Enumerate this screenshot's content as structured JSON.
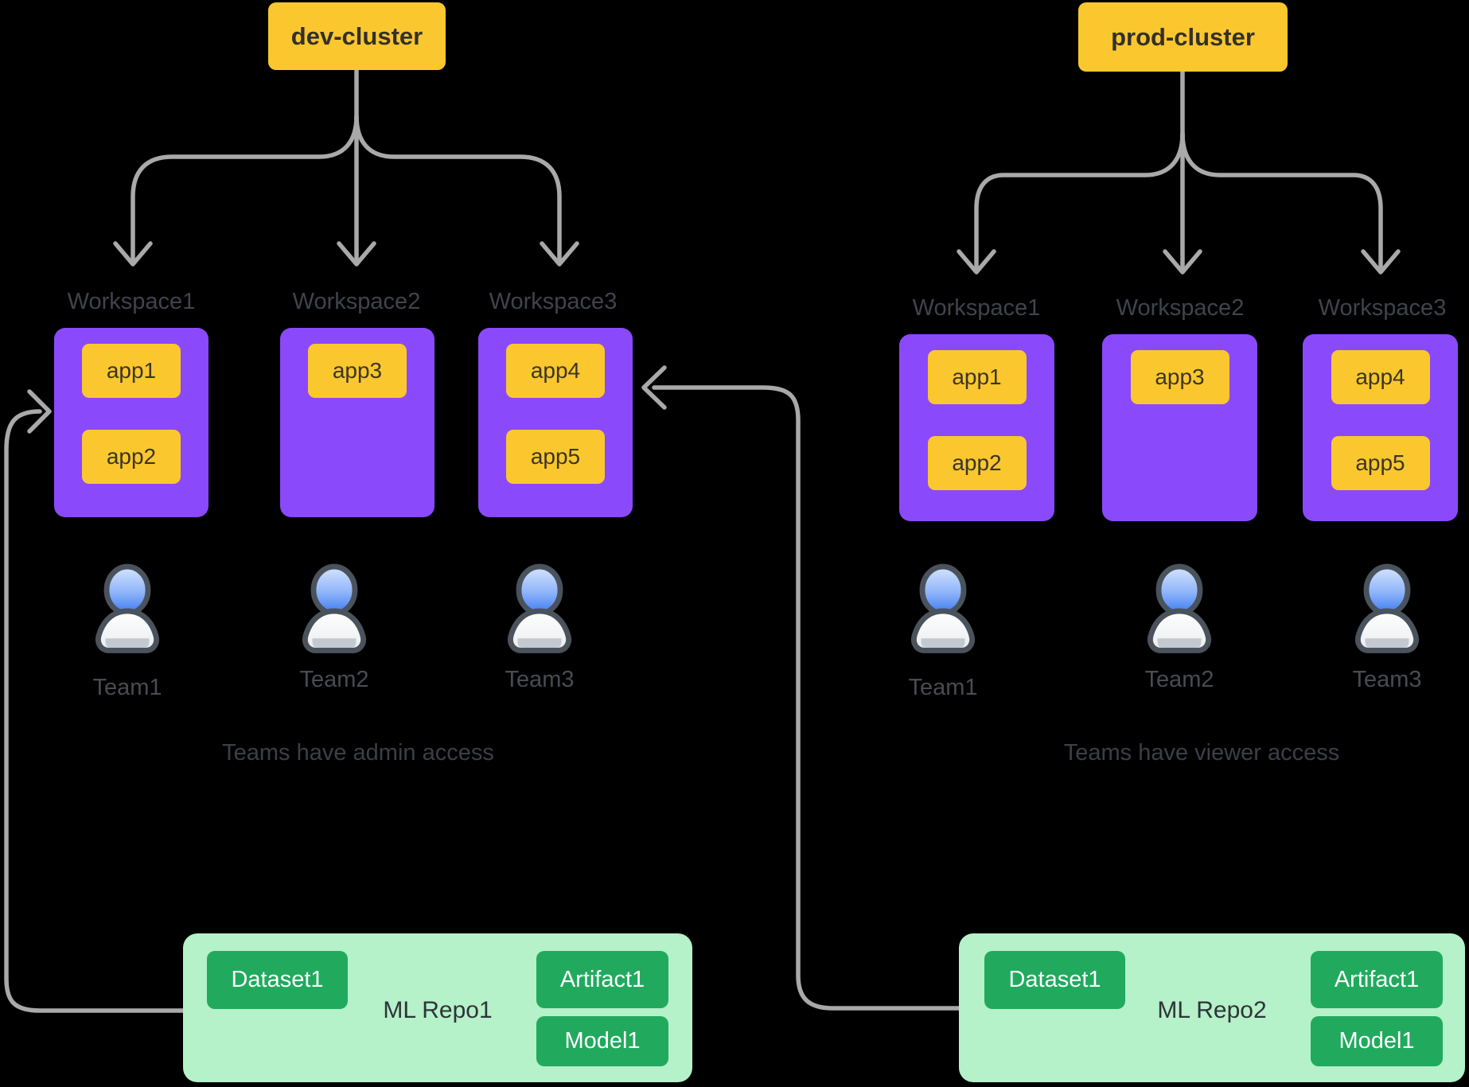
{
  "colors": {
    "background": "#000000",
    "cluster_fill": "#FBC72E",
    "workspace_fill": "#8B49FC",
    "app_fill": "#FBC72E",
    "repo_fill": "#B5F1C9",
    "repo_chip_fill": "#21AA5D",
    "wire": "#A9A9A9",
    "dark_text": "#33302A",
    "label_text": "#3F444C"
  },
  "dev": {
    "cluster": "dev-cluster",
    "workspaces": [
      {
        "label": "Workspace1",
        "apps": [
          "app1",
          "app2"
        ]
      },
      {
        "label": "Workspace2",
        "apps": [
          "app3"
        ]
      },
      {
        "label": "Workspace3",
        "apps": [
          "app4",
          "app5"
        ]
      }
    ],
    "teams": [
      "Team1",
      "Team2",
      "Team3"
    ],
    "note": "Teams have admin access",
    "repo": {
      "label": "ML Repo1",
      "dataset": "Dataset1",
      "artifact": "Artifact1",
      "model": "Model1"
    }
  },
  "prod": {
    "cluster": "prod-cluster",
    "workspaces": [
      {
        "label": "Workspace1",
        "apps": [
          "app1",
          "app2"
        ]
      },
      {
        "label": "Workspace2",
        "apps": [
          "app3"
        ]
      },
      {
        "label": "Workspace3",
        "apps": [
          "app4",
          "app5"
        ]
      }
    ],
    "teams": [
      "Team1",
      "Team2",
      "Team3"
    ],
    "note": "Teams have viewer access",
    "repo": {
      "label": "ML Repo2",
      "dataset": "Dataset1",
      "artifact": "Artifact1",
      "model": "Model1"
    }
  }
}
